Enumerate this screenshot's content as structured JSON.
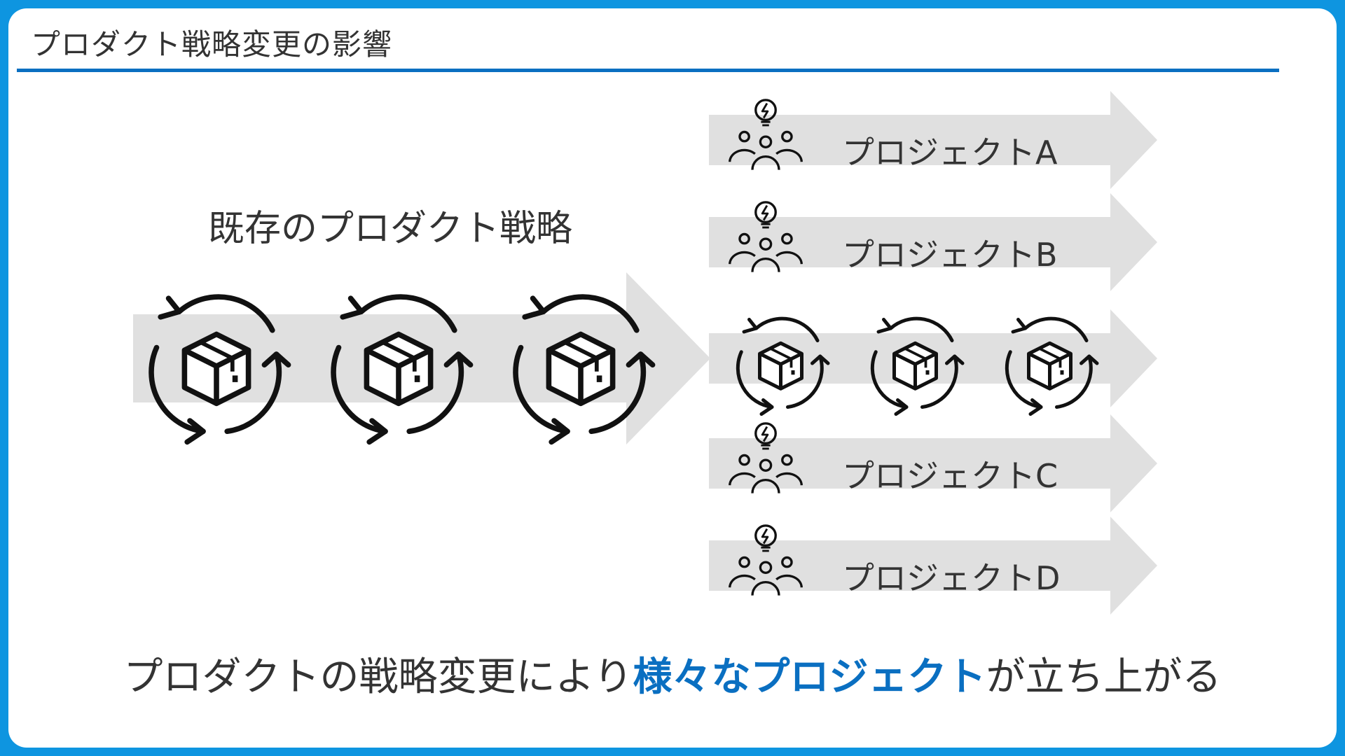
{
  "slide": {
    "title": "プロダクト戦略変更の影響",
    "left_label": "既存のプロダクト戦略",
    "projects": [
      {
        "label": "プロジェクトA"
      },
      {
        "label": "プロジェクトB"
      },
      {
        "label": "プロジェクトC"
      },
      {
        "label": "プロジェクトD"
      }
    ],
    "bottom": {
      "before": "プロダクトの戦略変更により",
      "highlight": "様々なプロジェクト",
      "after": "が立ち上がる"
    }
  },
  "colors": {
    "accent": "#0a6fc1",
    "frame": "#0e95e0",
    "arrow_fill": "#e0e0e0",
    "text": "#333333"
  },
  "icons": {
    "cycle_box": "box-cycle-icon",
    "team_idea": "team-idea-icon"
  }
}
